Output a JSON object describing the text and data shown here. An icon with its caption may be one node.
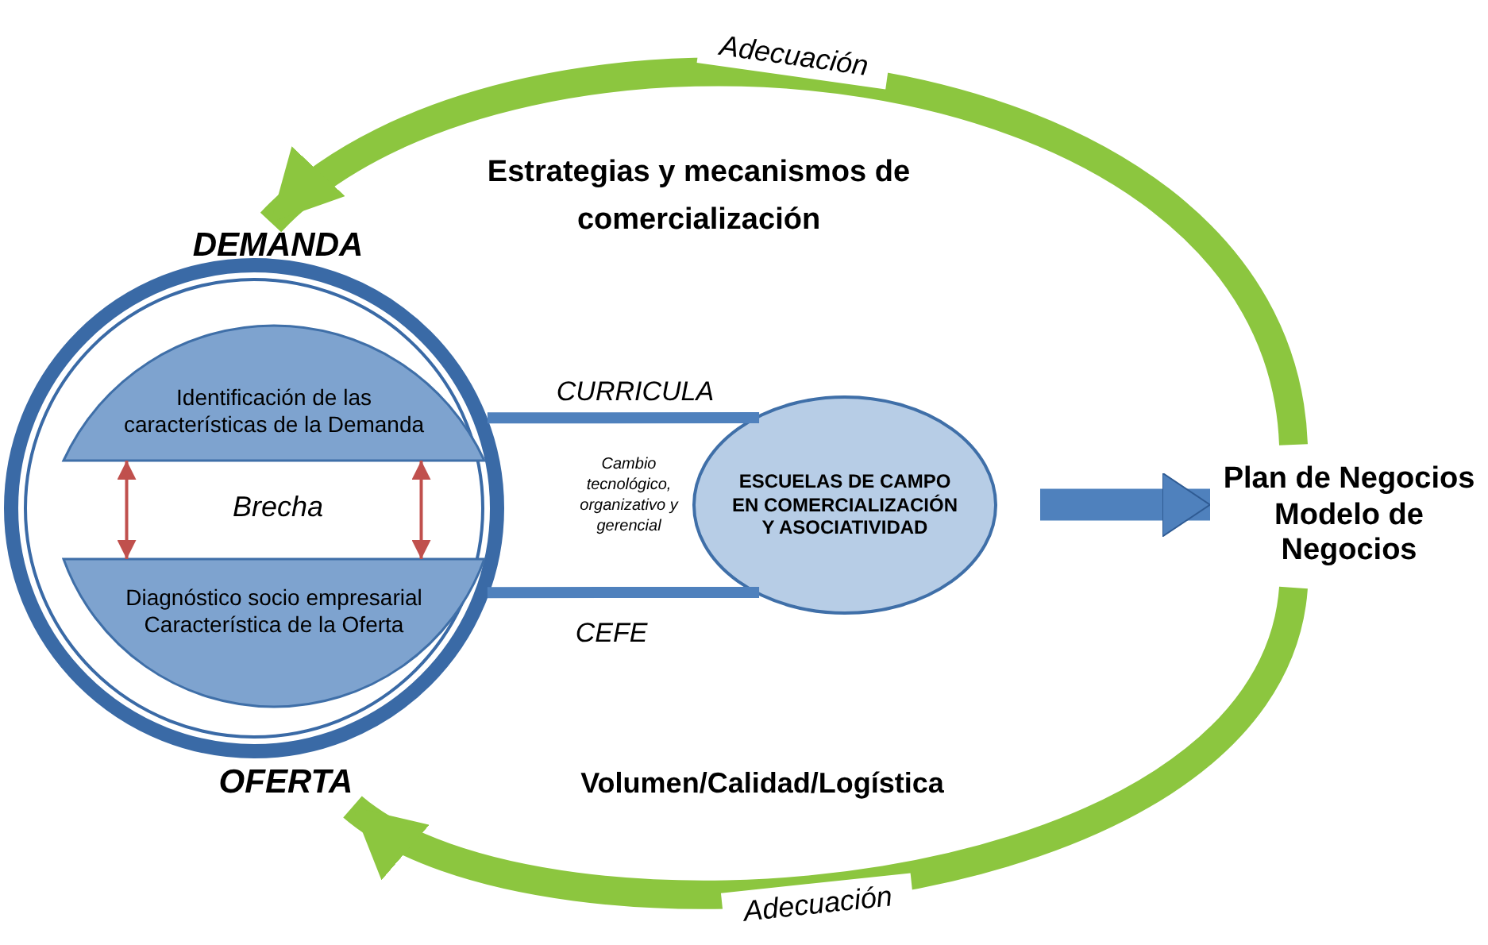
{
  "diagram": {
    "nodes": [
      {
        "text": [
          "DEMANDA"
        ]
      },
      {
        "text": [],
        "shape": "circle"
      },
      {
        "text": [
          "Identificación de las características de la Demanda"
        ],
        "in": 1
      },
      {
        "text": [
          "Brecha"
        ],
        "in": 1
      },
      {
        "text": [
          "Diagnóstico socio empresarial Característica de la Oferta"
        ],
        "in": 1
      },
      {
        "text": [
          "OFERTA"
        ]
      },
      {
        "text": [
          "ESCUELAS DE CAMPO EN COMERCIALIZACIÓN Y ASOCIATIVIDAD"
        ]
      },
      {
        "text": [
          "Plan de Negocios",
          "Modelo de Negocios"
        ]
      }
    ],
    "edges": [
      {
        "from": 2,
        "to": 4,
        "arrow": "both",
        "color": "#c0504d"
      },
      {
        "from": 2,
        "to": 4,
        "arrow": "both",
        "color": "#c0504d"
      },
      {
        "from": 1,
        "to": 6,
        "arrow": "none",
        "label": "CURRICULA"
      },
      {
        "from": 1,
        "to": 6,
        "arrow": "none",
        "label": "CEFE"
      },
      {
        "from": 6,
        "to": 7,
        "arrow": "to",
        "style": "thick"
      },
      {
        "from": 7,
        "to": 0,
        "arrow": "to",
        "label": "Adecuación",
        "style": "thick",
        "color": "#8cc63f"
      },
      {
        "from": 7,
        "to": 5,
        "arrow": "to",
        "label": "Adecuación",
        "style": "thick",
        "color": "#8cc63f"
      }
    ],
    "labels": [
      "Estrategias y mecanismos de comercialización",
      "Cambio tecnológico, organizativo y gerencial",
      "Volumen/Calidad/Logística"
    ]
  }
}
